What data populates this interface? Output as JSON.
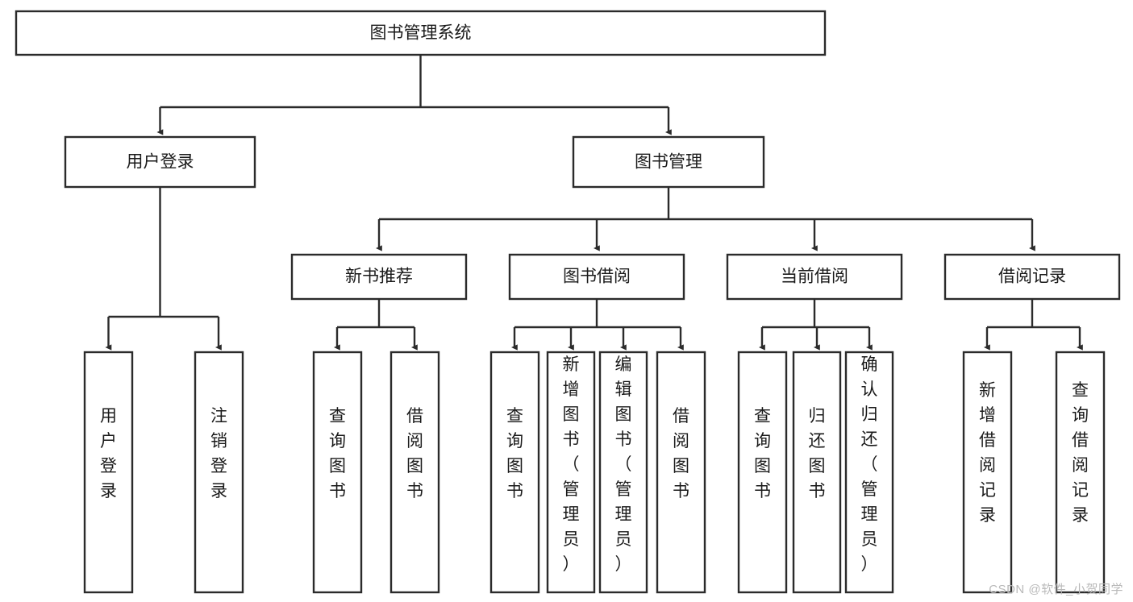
{
  "diagram": {
    "type": "tree-hierarchy-chart",
    "title": "图书管理系统",
    "watermark": "CSDN @软件_小贺同学",
    "colors": {
      "stroke": "#2b2b2b",
      "fill": "#ffffff",
      "text": "#1a1a1a",
      "watermark": "#b9b9b9"
    },
    "levels": {
      "level1": [
        {
          "id": "root",
          "label": "图书管理系统",
          "orientation": "horizontal"
        }
      ],
      "level2": [
        {
          "id": "user-login",
          "label": "用户登录",
          "orientation": "horizontal"
        },
        {
          "id": "book-manage",
          "label": "图书管理",
          "orientation": "horizontal"
        }
      ],
      "level3": [
        {
          "id": "new-book-recommend",
          "label": "新书推荐",
          "orientation": "horizontal"
        },
        {
          "id": "book-borrow",
          "label": "图书借阅",
          "orientation": "horizontal"
        },
        {
          "id": "current-borrow",
          "label": "当前借阅",
          "orientation": "horizontal"
        },
        {
          "id": "borrow-record",
          "label": "借阅记录",
          "orientation": "horizontal"
        }
      ],
      "level4": [
        {
          "id": "leaf-user-login",
          "label": "用户登录",
          "parent": "user-login",
          "orientation": "vertical"
        },
        {
          "id": "leaf-logout-login",
          "label": "注销登录",
          "parent": "user-login",
          "orientation": "vertical"
        },
        {
          "id": "leaf-query-book-1",
          "label": "查询图书",
          "parent": "new-book-recommend",
          "orientation": "vertical"
        },
        {
          "id": "leaf-borrow-book-1",
          "label": "借阅图书",
          "parent": "new-book-recommend",
          "orientation": "vertical"
        },
        {
          "id": "leaf-query-book-2",
          "label": "查询图书",
          "parent": "book-borrow",
          "orientation": "vertical"
        },
        {
          "id": "leaf-add-book",
          "label": "新增图书（管理员）",
          "parent": "book-borrow",
          "orientation": "vertical"
        },
        {
          "id": "leaf-edit-book",
          "label": "编辑图书（管理员）",
          "parent": "book-borrow",
          "orientation": "vertical"
        },
        {
          "id": "leaf-borrow-book-2",
          "label": "借阅图书",
          "parent": "book-borrow",
          "orientation": "vertical"
        },
        {
          "id": "leaf-query-book-3",
          "label": "查询图书",
          "parent": "current-borrow",
          "orientation": "vertical"
        },
        {
          "id": "leaf-return-book",
          "label": "归还图书",
          "parent": "current-borrow",
          "orientation": "vertical"
        },
        {
          "id": "leaf-confirm-return",
          "label": "确认归还（管理员）",
          "parent": "current-borrow",
          "orientation": "vertical"
        },
        {
          "id": "leaf-add-record",
          "label": "新增借阅记录",
          "parent": "borrow-record",
          "orientation": "vertical"
        },
        {
          "id": "leaf-query-record",
          "label": "查询借阅记录",
          "parent": "borrow-record",
          "orientation": "vertical"
        }
      ]
    }
  }
}
